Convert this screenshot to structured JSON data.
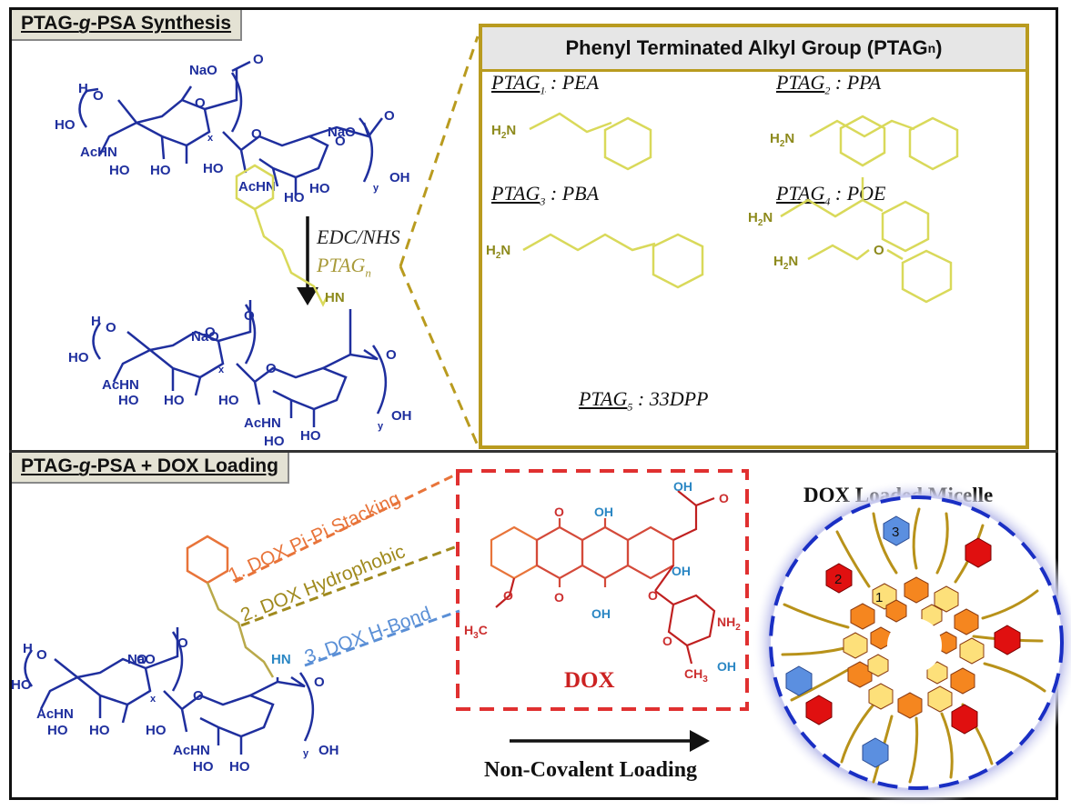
{
  "sections": {
    "synthesis_label_pre": "PTAG-",
    "synthesis_label_g": "g",
    "synthesis_label_post": "-PSA Synthesis",
    "loading_label_pre": "PTAG-",
    "loading_label_g": "g",
    "loading_label_post": "-PSA + DOX Loading"
  },
  "ptag_box": {
    "title": "Phenyl Terminated Alkyl Group (PTAG",
    "title_sub": "n",
    "title_end": ")",
    "items": [
      {
        "name": "PTAG",
        "sub": "1",
        "suffix": " : PEA"
      },
      {
        "name": "PTAG",
        "sub": "2",
        "suffix": " : PPA"
      },
      {
        "name": "PTAG",
        "sub": "3",
        "suffix": " : PBA"
      },
      {
        "name": "PTAG",
        "sub": "4",
        "suffix": " : POE"
      },
      {
        "name": "PTAG",
        "sub": "5",
        "suffix": " : 33DPP"
      }
    ],
    "amine": "H",
    "amine_sub": "2",
    "amine_n": "N",
    "ether_o": "O"
  },
  "reaction": {
    "reagent1": "EDC/NHS",
    "reagent2": "PTAG",
    "reagent2_sub": "n"
  },
  "psa": {
    "nao": "NaO",
    "o": "O",
    "ho": "HO",
    "oh": "OH",
    "achn": "AcHN",
    "h": "H",
    "hn": "HN",
    "x": "x",
    "y": "y"
  },
  "interactions": {
    "pi": "1. DOX Pi-Pi Stacking",
    "hydrophobic": "2. DOX Hydrophobic",
    "hbond": "3. DOX H-Bond"
  },
  "dox": {
    "label": "DOX",
    "o": "O",
    "oh": "OH",
    "nh2": "NH",
    "nh2_sub": "2",
    "h3co_h": "H",
    "h3co_sub": "3",
    "h3co_c": "C",
    "ch3": "CH",
    "ch3_sub": "3"
  },
  "micelle": {
    "title": "DOX Loaded Micelle",
    "badges": [
      "1",
      "2",
      "3"
    ]
  },
  "loading_arrow_label": "Non-Covalent Loading",
  "colors": {
    "psa_blue": "#1f2f9e",
    "ptag_olive": "#8d8a1c",
    "ptag_ring": "#d9d95a",
    "box_gold": "#b99b1f",
    "pi_orange": "#e8743a",
    "hydrophobic_olive": "#a08a1e",
    "hbond_blue": "#5a8fd6",
    "dox_red": "#e03030"
  }
}
